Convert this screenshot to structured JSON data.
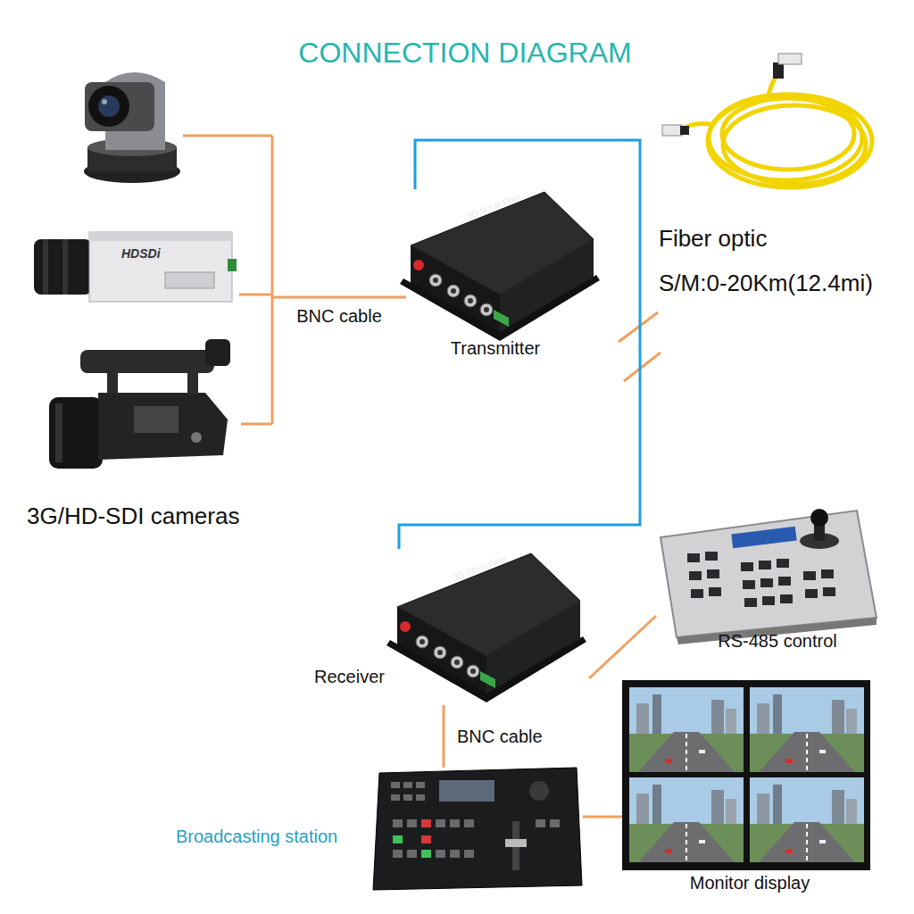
{
  "diagram": {
    "title": "CONNECTION DIAGRAM",
    "nodes": [
      {
        "text": [
          "3G/HD-SDI cameras"
        ]
      },
      {
        "text": [
          "Transmitter"
        ]
      },
      {
        "text": [
          "Receiver"
        ]
      },
      {
        "text": [
          "RS-485 control"
        ]
      },
      {
        "text": [
          "Broadcasting station"
        ]
      },
      {
        "text": [
          "Monitor display"
        ]
      }
    ],
    "edges": [
      {
        "from": 0,
        "to": 1,
        "label": "BNC cable",
        "arrow": "none"
      },
      {
        "from": 1,
        "to": 2,
        "arrow": "none"
      },
      {
        "from": 2,
        "to": 3,
        "arrow": "none"
      },
      {
        "from": 2,
        "to": 4,
        "label": "BNC cable",
        "arrow": "none"
      },
      {
        "from": 4,
        "to": 5,
        "arrow": "none"
      }
    ],
    "labels": [
      "Fiber optic",
      "S/M:0-20Km(12.4mi)",
      "HDSDi",
      "3G-SDI to Fiber",
      "3G-SDI to Fiber"
    ]
  }
}
